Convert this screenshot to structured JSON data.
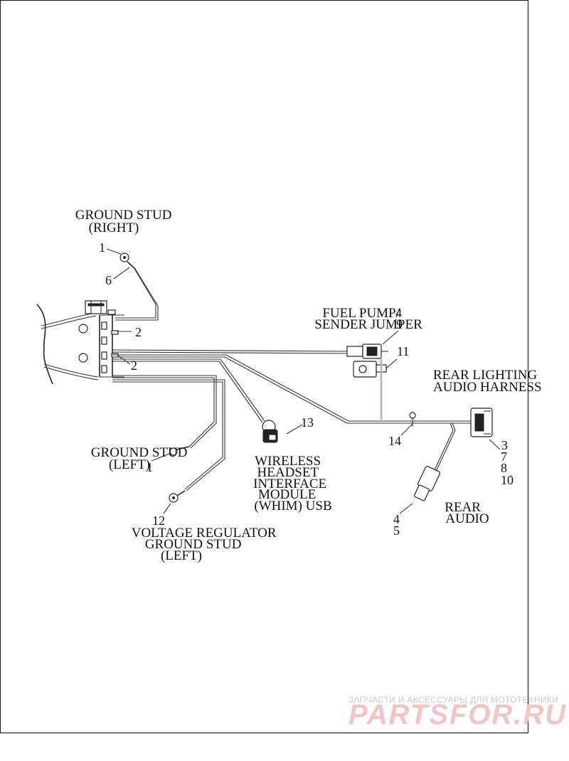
{
  "labels": {
    "ground_stud_right": [
      "GROUND STUD",
      "(RIGHT)"
    ],
    "fuel_pump": [
      "FUEL PUMP/",
      "SENDER JUMPER"
    ],
    "rear_lighting": [
      "REAR LIGHTING",
      "AUDIO HARNESS"
    ],
    "ground_stud_left": [
      "GROUND STUD",
      "(LEFT)"
    ],
    "whim": [
      "WIRELESS",
      "HEADSET",
      "INTERFACE",
      "MODULE",
      "(WHIM) USB"
    ],
    "voltage_regulator": [
      "VOLTAGE REGULATOR",
      "GROUND STUD",
      "(LEFT)"
    ],
    "rear_audio": [
      "REAR",
      "AUDIO"
    ]
  },
  "callouts": {
    "c1_top": "1",
    "c6": "6",
    "c2_upper": "2",
    "c2_lower": "2",
    "c4_fuel": "4",
    "c9_fuel": "9",
    "c11": "11",
    "c13": "13",
    "c14": "14",
    "c3": "3",
    "c7": "7",
    "c8": "8",
    "c10": "10",
    "c4_rear": "4",
    "c5": "5",
    "c1_left": "1",
    "c12": "12"
  },
  "watermark": {
    "tagline": "ЗАПЧАСТИ И АКСЕССУАРЫ ДЛЯ МОТОТЕХНИКИ",
    "brand": "PARTSFOR.RU"
  }
}
